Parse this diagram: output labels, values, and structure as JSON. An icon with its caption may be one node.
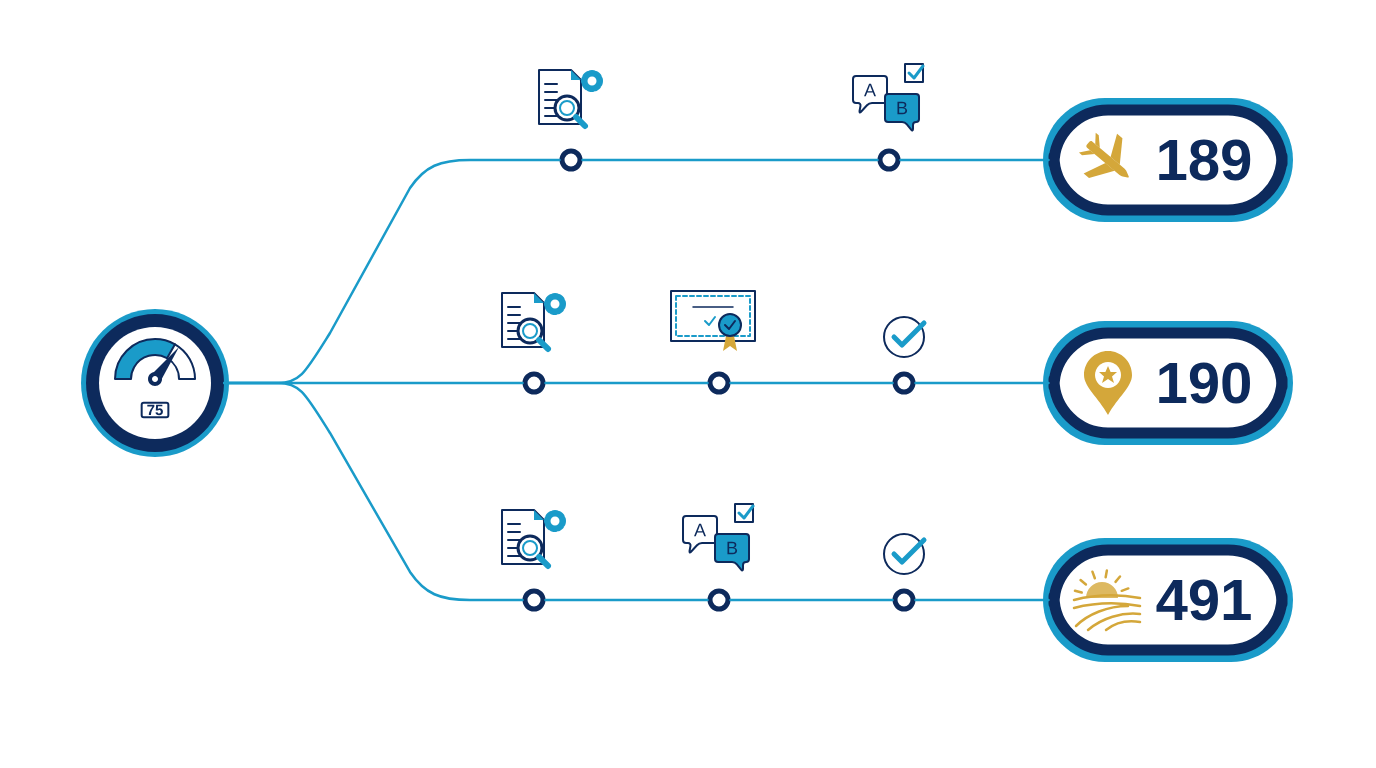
{
  "diagram": {
    "nodes": [
      {
        "text": [
          "75"
        ]
      },
      {
        "text": [],
        "shape": "circle"
      },
      {
        "text": [],
        "shape": "circle"
      },
      {
        "text": [
          "189"
        ]
      },
      {
        "text": [],
        "shape": "circle"
      },
      {
        "text": [],
        "shape": "circle"
      },
      {
        "text": [],
        "shape": "circle"
      },
      {
        "text": [
          "190"
        ]
      },
      {
        "text": [],
        "shape": "circle"
      },
      {
        "text": [],
        "shape": "circle"
      },
      {
        "text": [],
        "shape": "circle"
      },
      {
        "text": [
          "491"
        ]
      }
    ],
    "edges": [
      {
        "from": 0,
        "to": 1,
        "arrow": "none"
      },
      {
        "from": 1,
        "to": 2,
        "arrow": "none"
      },
      {
        "from": 2,
        "to": 3,
        "arrow": "none"
      },
      {
        "from": 0,
        "to": 4,
        "arrow": "none"
      },
      {
        "from": 4,
        "to": 5,
        "arrow": "none"
      },
      {
        "from": 5,
        "to": 6,
        "arrow": "none"
      },
      {
        "from": 6,
        "to": 7,
        "arrow": "none"
      },
      {
        "from": 0,
        "to": 8,
        "arrow": "none"
      },
      {
        "from": 8,
        "to": 9,
        "arrow": "none"
      },
      {
        "from": 9,
        "to": 10,
        "arrow": "none"
      },
      {
        "from": 10,
        "to": 11,
        "arrow": "none"
      }
    ],
    "labels": [
      "A",
      "B",
      "A",
      "B"
    ]
  }
}
